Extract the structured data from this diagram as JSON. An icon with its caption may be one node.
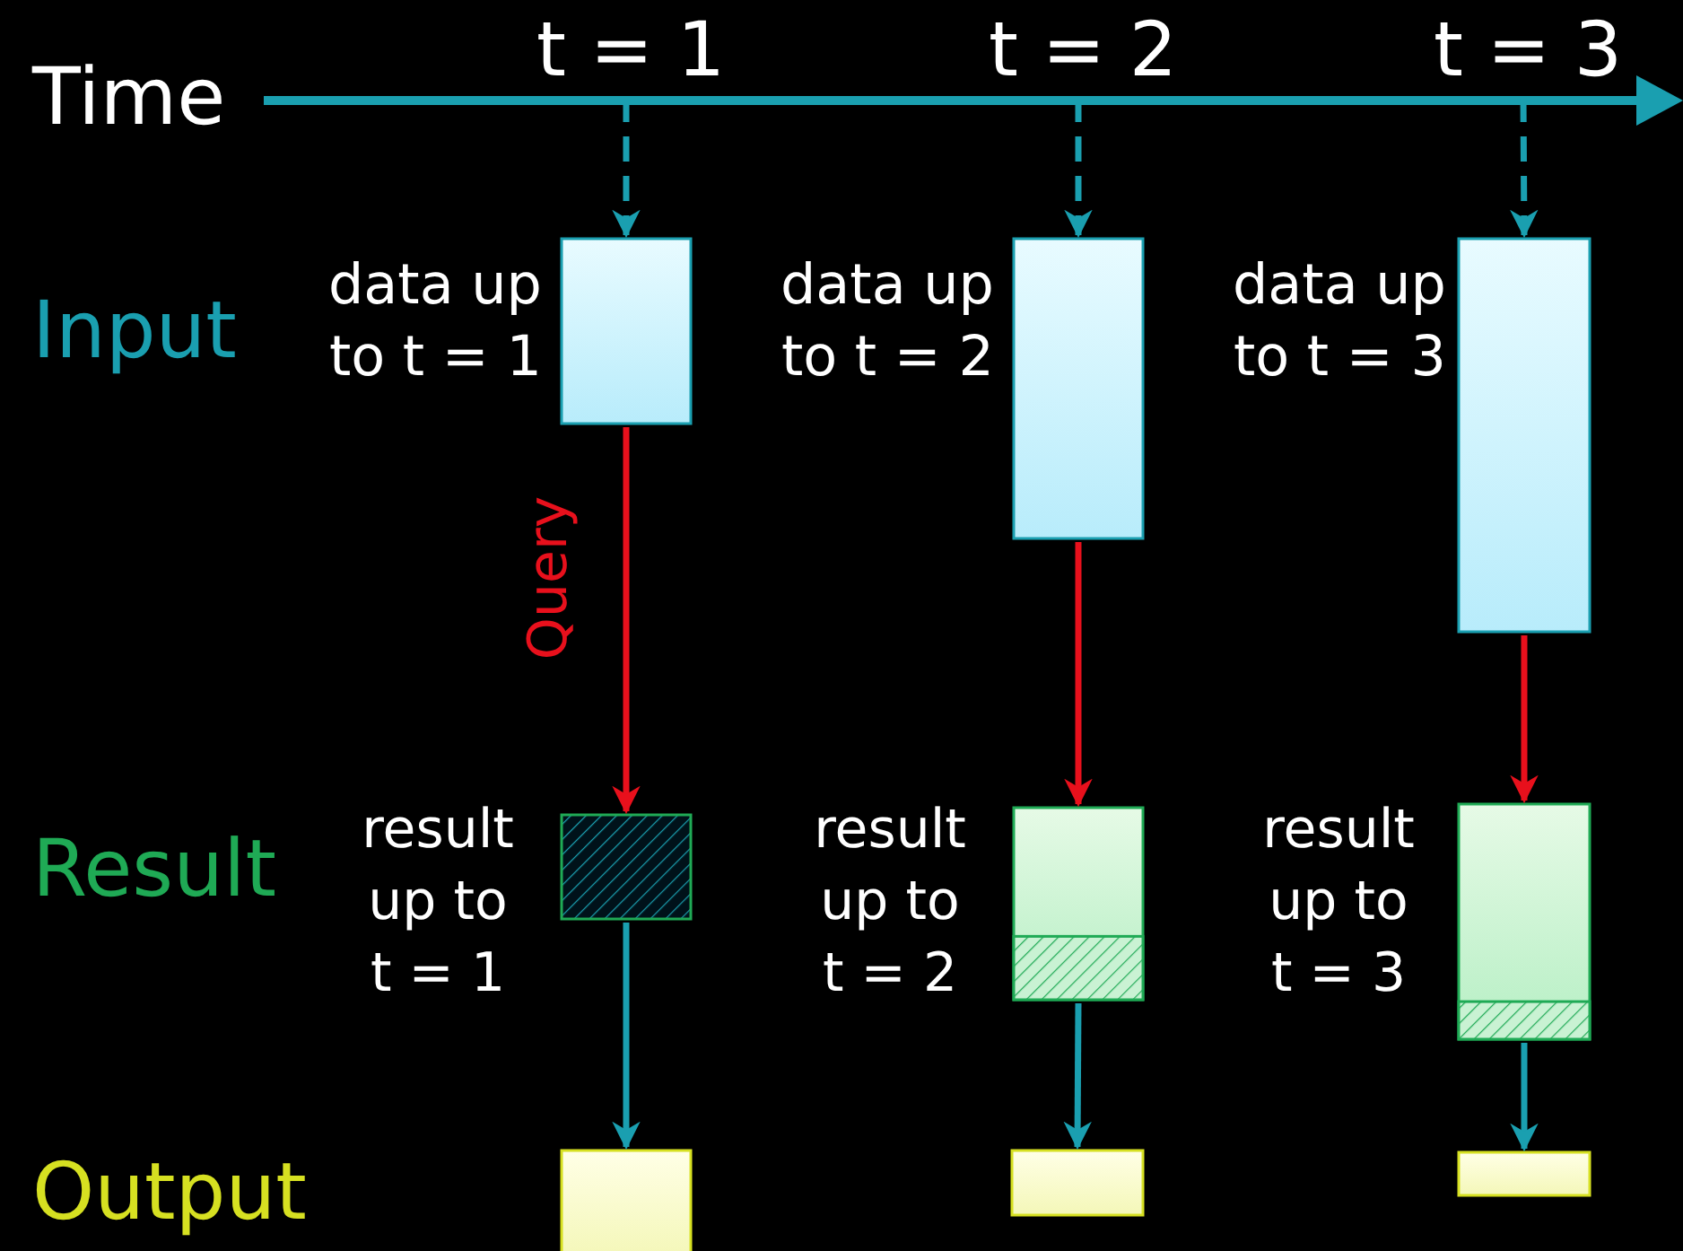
{
  "diagram": {
    "nodes": [
      {
        "text": [
          "t = 1"
        ]
      },
      {
        "text": [
          "t = 2"
        ]
      },
      {
        "text": [
          "t = 3"
        ]
      },
      {
        "text": [],
        "shape": "box",
        "beside": [
          "data up to t = 1"
        ]
      },
      {
        "text": [],
        "shape": "box",
        "beside": [
          "data up to t = 2"
        ]
      },
      {
        "text": [],
        "shape": "box",
        "beside": [
          "data up to t = 3"
        ]
      },
      {
        "text": [],
        "shape": "box",
        "beside": [
          "result up to t = 1"
        ]
      },
      {
        "text": [],
        "shape": "box",
        "beside": [
          "result up to t = 2"
        ]
      },
      {
        "text": [],
        "shape": "box",
        "beside": [
          "result up to t = 3"
        ]
      },
      {
        "text": [],
        "shape": "box"
      },
      {
        "text": [],
        "shape": "box"
      },
      {
        "text": [],
        "shape": "box"
      }
    ],
    "edges": [
      {
        "from": 0,
        "to": 3,
        "arrow": "to",
        "style": "dashed"
      },
      {
        "from": 1,
        "to": 4,
        "arrow": "to",
        "style": "dashed"
      },
      {
        "from": 2,
        "to": 5,
        "arrow": "to",
        "style": "dashed"
      },
      {
        "from": 3,
        "to": 6,
        "arrow": "to",
        "label": "Query",
        "color": "#e8101c"
      },
      {
        "from": 4,
        "to": 7,
        "arrow": "to",
        "color": "#e8101c"
      },
      {
        "from": 5,
        "to": 8,
        "arrow": "to",
        "color": "#e8101c"
      },
      {
        "from": 6,
        "to": 9,
        "arrow": "to"
      },
      {
        "from": 7,
        "to": 10,
        "arrow": "to"
      },
      {
        "from": 8,
        "to": 11,
        "arrow": "to"
      }
    ],
    "labels": [
      "Time",
      "Input",
      "Result",
      "Output"
    ]
  }
}
